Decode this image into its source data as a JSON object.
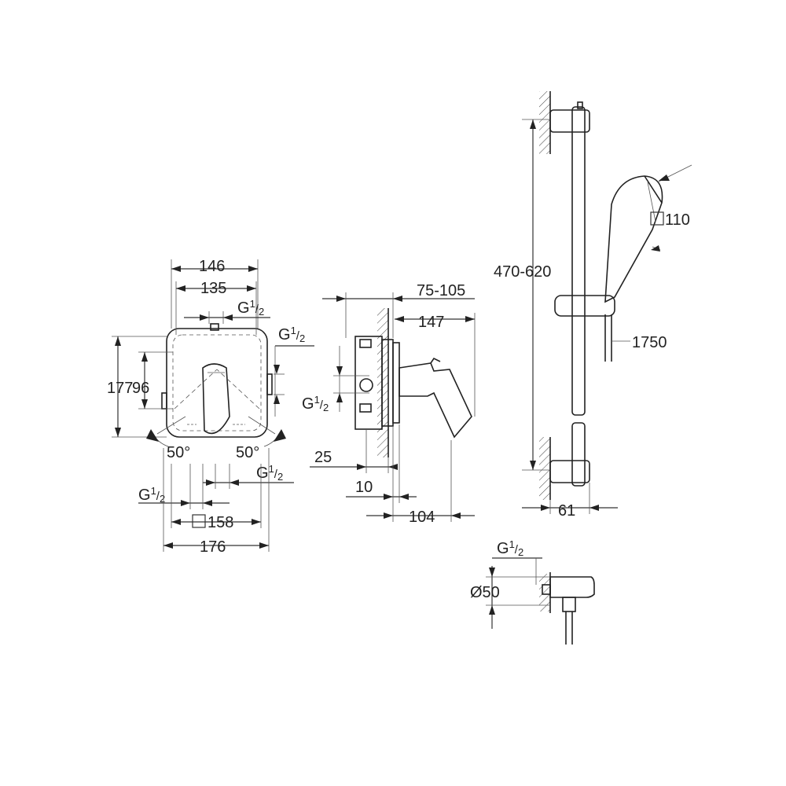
{
  "diagram": {
    "mixer_front": {
      "width_outer": "146",
      "width_inner": "135",
      "height_outer": "177",
      "height_inner": "96",
      "angle_left": "50°",
      "angle_right": "50°",
      "thread_top": "G",
      "thread_side": "G",
      "thread_bottom_right": "G",
      "thread_bottom_left": "G",
      "plate_square": "158",
      "plate_width": "176"
    },
    "mixer_side": {
      "install_depth": "75-105",
      "lever_depth": "147",
      "thread": "G",
      "wall_offset": "25",
      "box_offset": "10",
      "plate_depth": "104"
    },
    "shower_rail": {
      "adjust_range": "470-620",
      "head_square": "110",
      "hose_length": "1750",
      "wall_distance": "61"
    },
    "wall_outlet": {
      "thread": "G",
      "diameter": "Ø50"
    },
    "fraction": {
      "num": "1",
      "den": "2"
    }
  }
}
